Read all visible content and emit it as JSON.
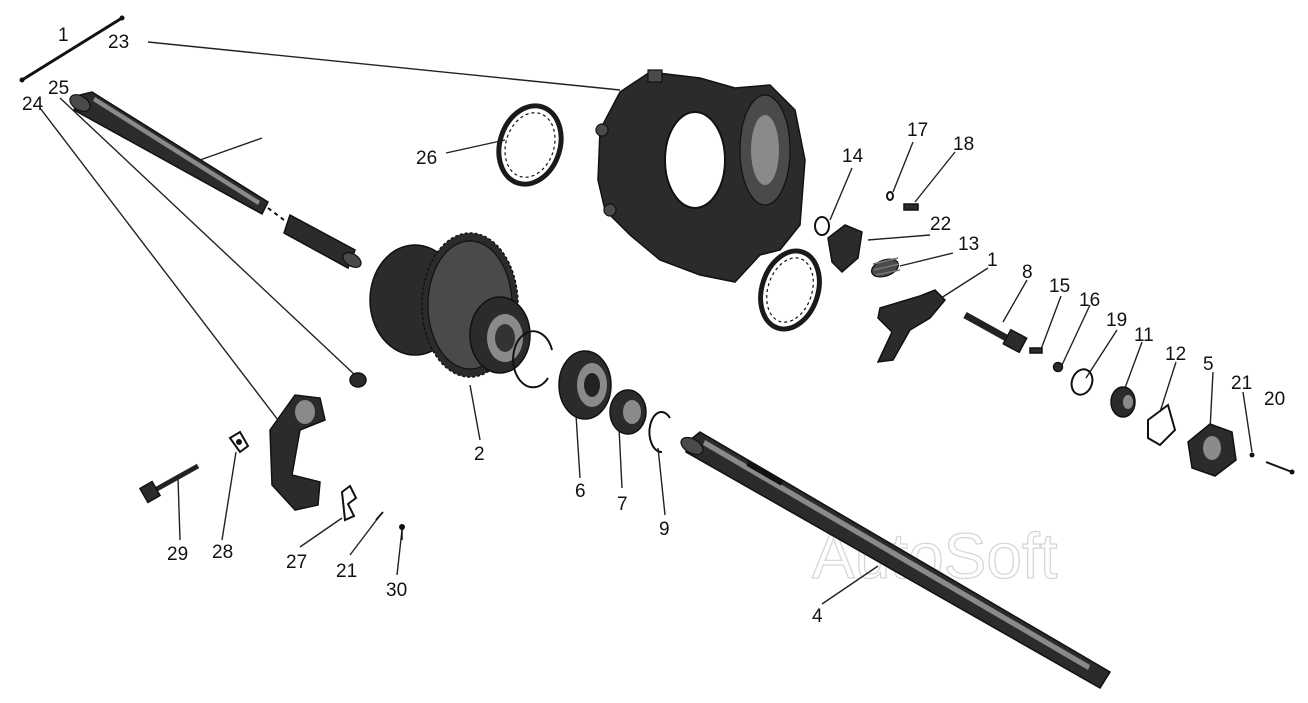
{
  "labels": {
    "l1a": "1",
    "l1b": "1",
    "l2": "2",
    "l4": "4",
    "l5": "5",
    "l6": "6",
    "l7": "7",
    "l8": "8",
    "l9": "9",
    "l11": "11",
    "l12": "12",
    "l13": "13",
    "l14": "14",
    "l15": "15",
    "l16": "16",
    "l17": "17",
    "l18": "18",
    "l19": "19",
    "l20": "20",
    "l21a": "21",
    "l21b": "21",
    "l22": "22",
    "l23": "23",
    "l24": "24",
    "l25": "25",
    "l26": "26",
    "l27": "27",
    "l28": "28",
    "l29": "29",
    "l30": "30"
  },
  "watermark": "AutoSoft"
}
